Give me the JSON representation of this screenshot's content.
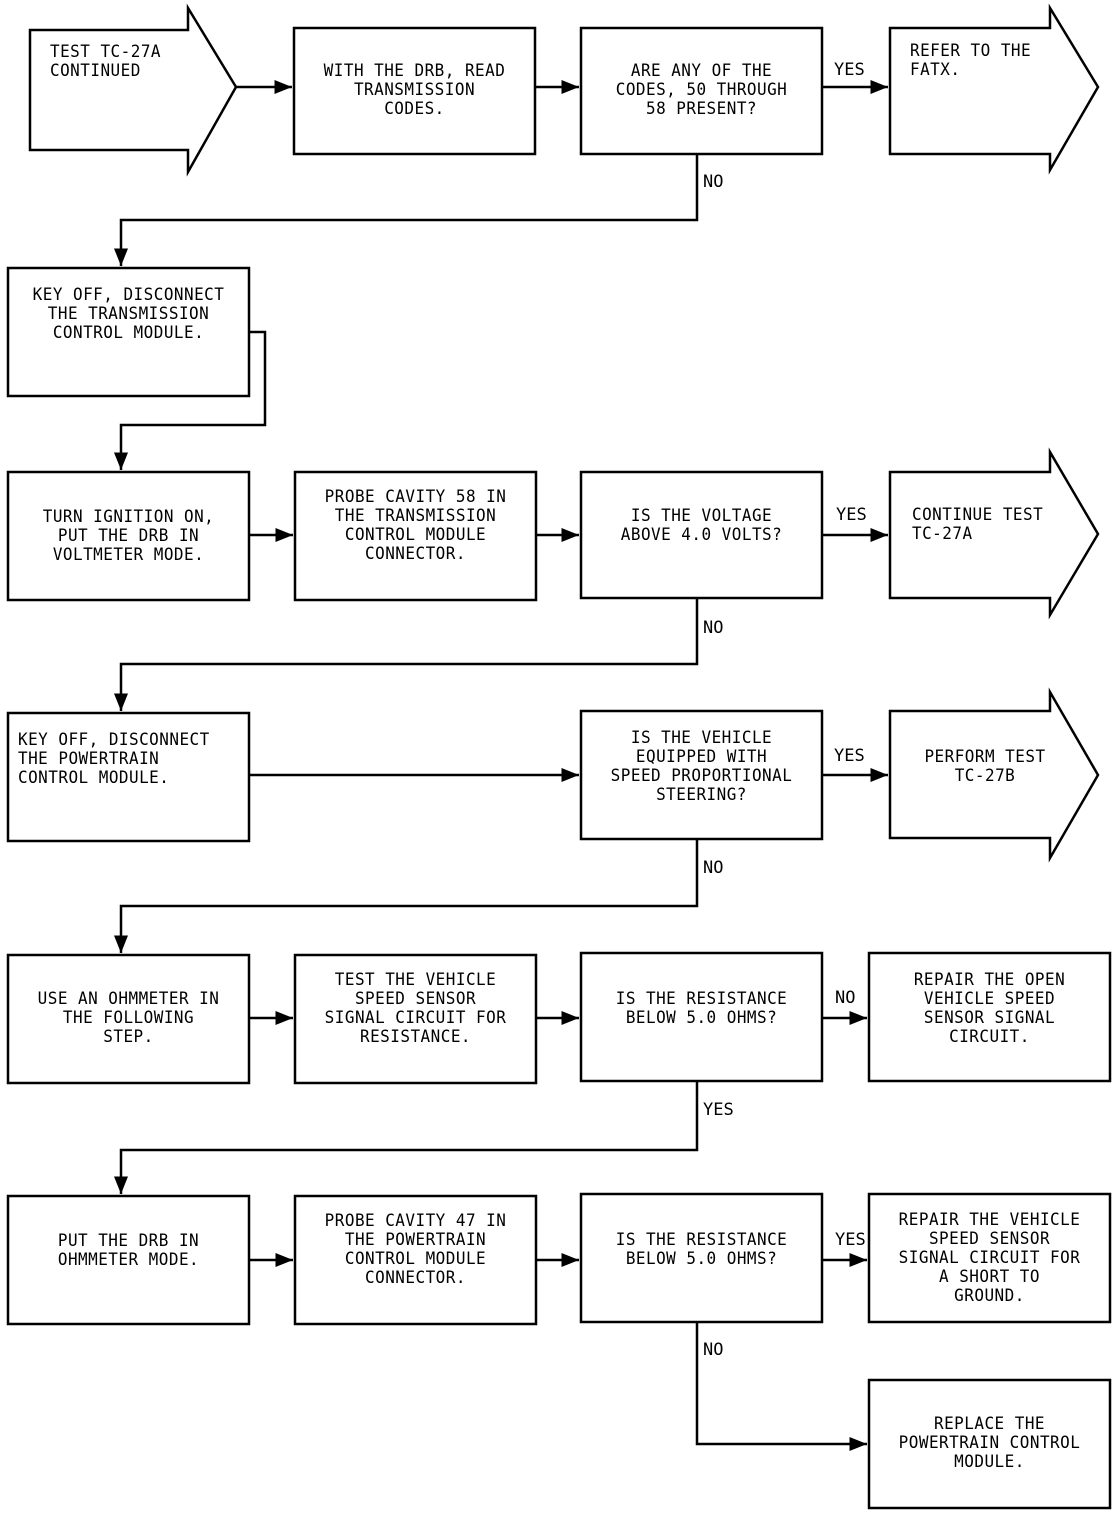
{
  "colors": {
    "ink": "#000000",
    "paper": "#ffffff"
  },
  "boxes": {
    "start": "TEST TC-27A\nCONTINUED",
    "read_codes": "WITH THE DRB, READ\nTRANSMISSION\nCODES.",
    "codes_q": "ARE ANY OF THE\nCODES, 50 THROUGH\n58 PRESENT?",
    "refer_fatx": "REFER TO THE\nFATX.",
    "key_off_tcm": "KEY OFF, DISCONNECT\nTHE TRANSMISSION\nCONTROL MODULE.",
    "ign_on": "TURN IGNITION ON,\nPUT THE DRB IN\nVOLTMETER MODE.",
    "probe58": "PROBE CAVITY 58 IN\nTHE TRANSMISSION\nCONTROL MODULE\nCONNECTOR.",
    "voltage_q": "IS THE VOLTAGE\nABOVE 4.0 VOLTS?",
    "continue_test": "CONTINUE TEST\nTC-27A",
    "key_off_pcm": "KEY OFF, DISCONNECT\nTHE POWERTRAIN\nCONTROL MODULE.",
    "steering_q": "IS THE VEHICLE\nEQUIPPED WITH\nSPEED PROPORTIONAL\nSTEERING?",
    "perform_test": "PERFORM TEST\nTC-27B",
    "use_ohm": "USE AN OHMMETER IN\nTHE FOLLOWING\nSTEP.",
    "test_vss": "TEST THE VEHICLE\nSPEED SENSOR\nSIGNAL CIRCUIT FOR\nRESISTANCE.",
    "res_q1": "IS THE RESISTANCE\nBELOW 5.0 OHMS?",
    "repair_open": "REPAIR THE OPEN\nVEHICLE SPEED\nSENSOR SIGNAL\nCIRCUIT.",
    "drb_ohm": "PUT THE DRB IN\nOHMMETER MODE.",
    "probe47": "PROBE CAVITY 47 IN\nTHE POWERTRAIN\nCONTROL MODULE\nCONNECTOR.",
    "res_q2": "IS THE RESISTANCE\nBELOW 5.0 OHMS?",
    "repair_short": "REPAIR THE VEHICLE\nSPEED SENSOR\nSIGNAL CIRCUIT FOR\nA SHORT TO\nGROUND.",
    "replace_pcm": "REPLACE THE\nPOWERTRAIN CONTROL\nMODULE."
  },
  "branches": {
    "yes1": "YES",
    "no1": "NO",
    "yes2": "YES",
    "no2": "NO",
    "yes3": "YES",
    "no3": "NO",
    "no4": "NO",
    "yes4": "YES",
    "yes5": "YES",
    "no5": "NO"
  }
}
